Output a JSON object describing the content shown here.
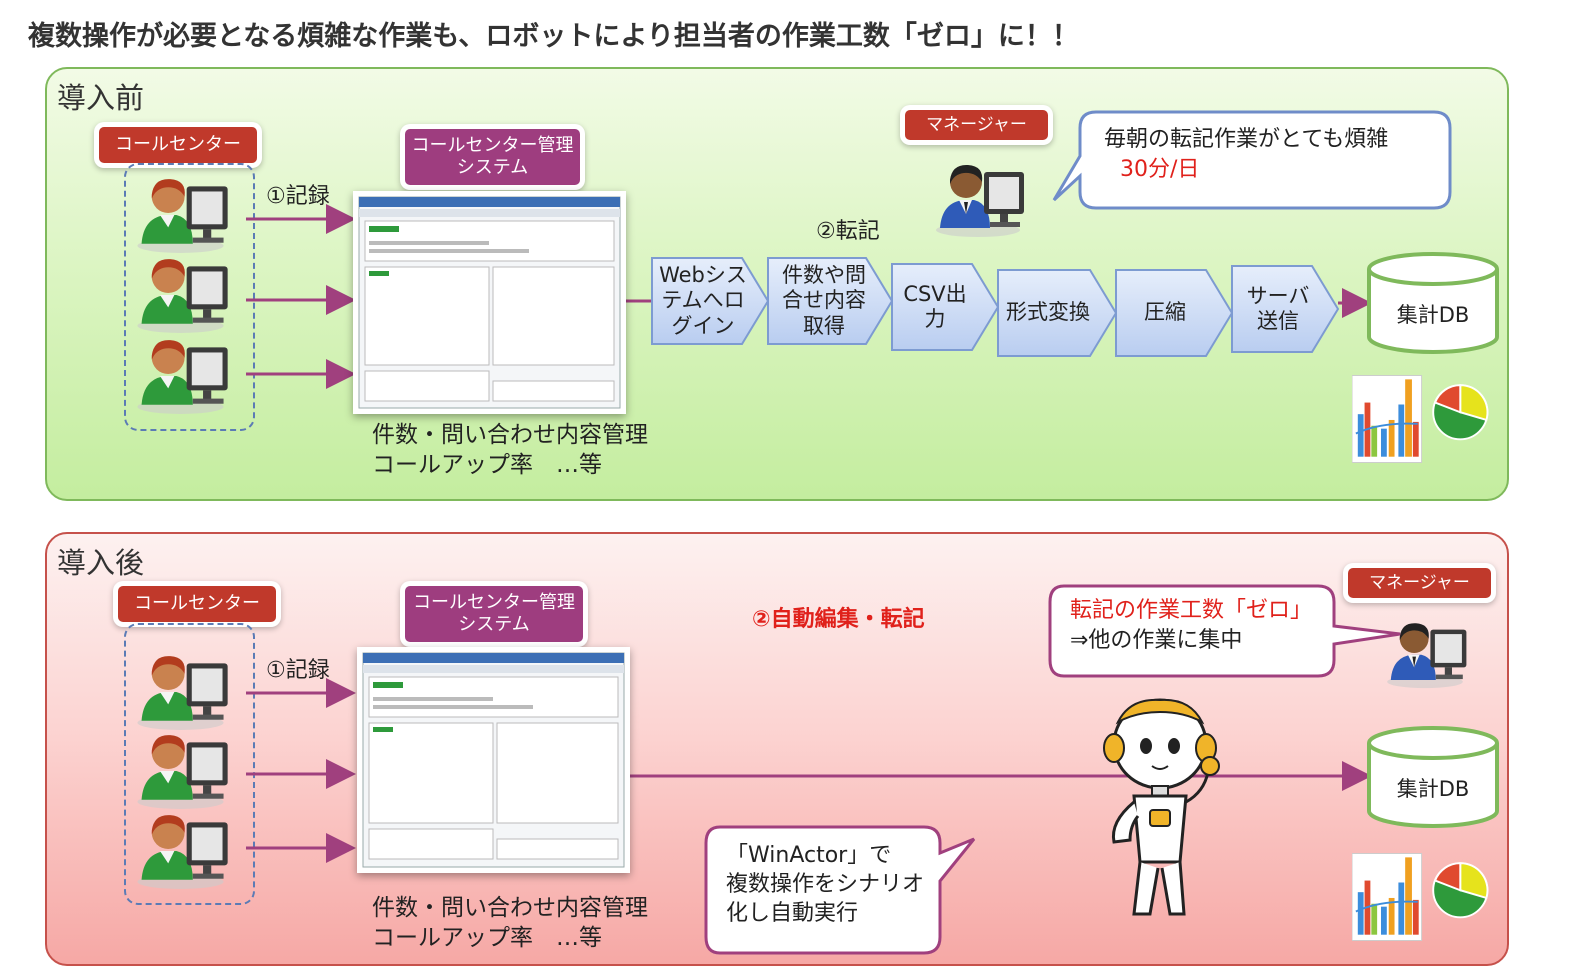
{
  "headline": "複数操作が必要となる煩雑な作業も、ロボットにより担当者の作業工数「ゼロ」に！！",
  "before": {
    "title": "導入前",
    "call_center_label": "コールセンター",
    "system_label": "コールセンター管理システム",
    "record_label": "①記録",
    "transfer_label": "②転記",
    "caption_line1": "件数・問い合わせ内容管理",
    "caption_line2": "コールアップ率　…等",
    "manager_label": "マネージャー",
    "callout_line1": "毎朝の転記作業がとても煩雑",
    "callout_line2": "30分/日",
    "steps": [
      "Webシステムへログイン",
      "件数や問合せ内容取得",
      "CSV出力",
      "形式変換",
      "圧縮",
      "サーバ送信"
    ],
    "db_label": "集計DB"
  },
  "after": {
    "title": "導入後",
    "call_center_label": "コールセンター",
    "system_label": "コールセンター管理システム",
    "record_label": "①記録",
    "auto_label": "②自動編集・転記",
    "caption_line1": "件数・問い合わせ内容管理",
    "caption_line2": "コールアップ率　…等",
    "manager_label": "マネージャー",
    "callout_line1": "転記の作業工数「ゼロ」",
    "callout_line2": "⇒他の作業に集中",
    "winactor_line1": "「WinActor」で",
    "winactor_line2": "複数操作をシナリオ",
    "winactor_line3": "化し自動実行",
    "db_label": "集計DB"
  },
  "colors": {
    "arrow": "#a0407e",
    "chevron_fill": "#c9daf3",
    "chevron_border": "#7d9bd1",
    "db_border": "#7fb95b",
    "tag_red": "#c0392b",
    "tag_purple": "#9e3d7f",
    "highlight_red": "#e0211b"
  }
}
